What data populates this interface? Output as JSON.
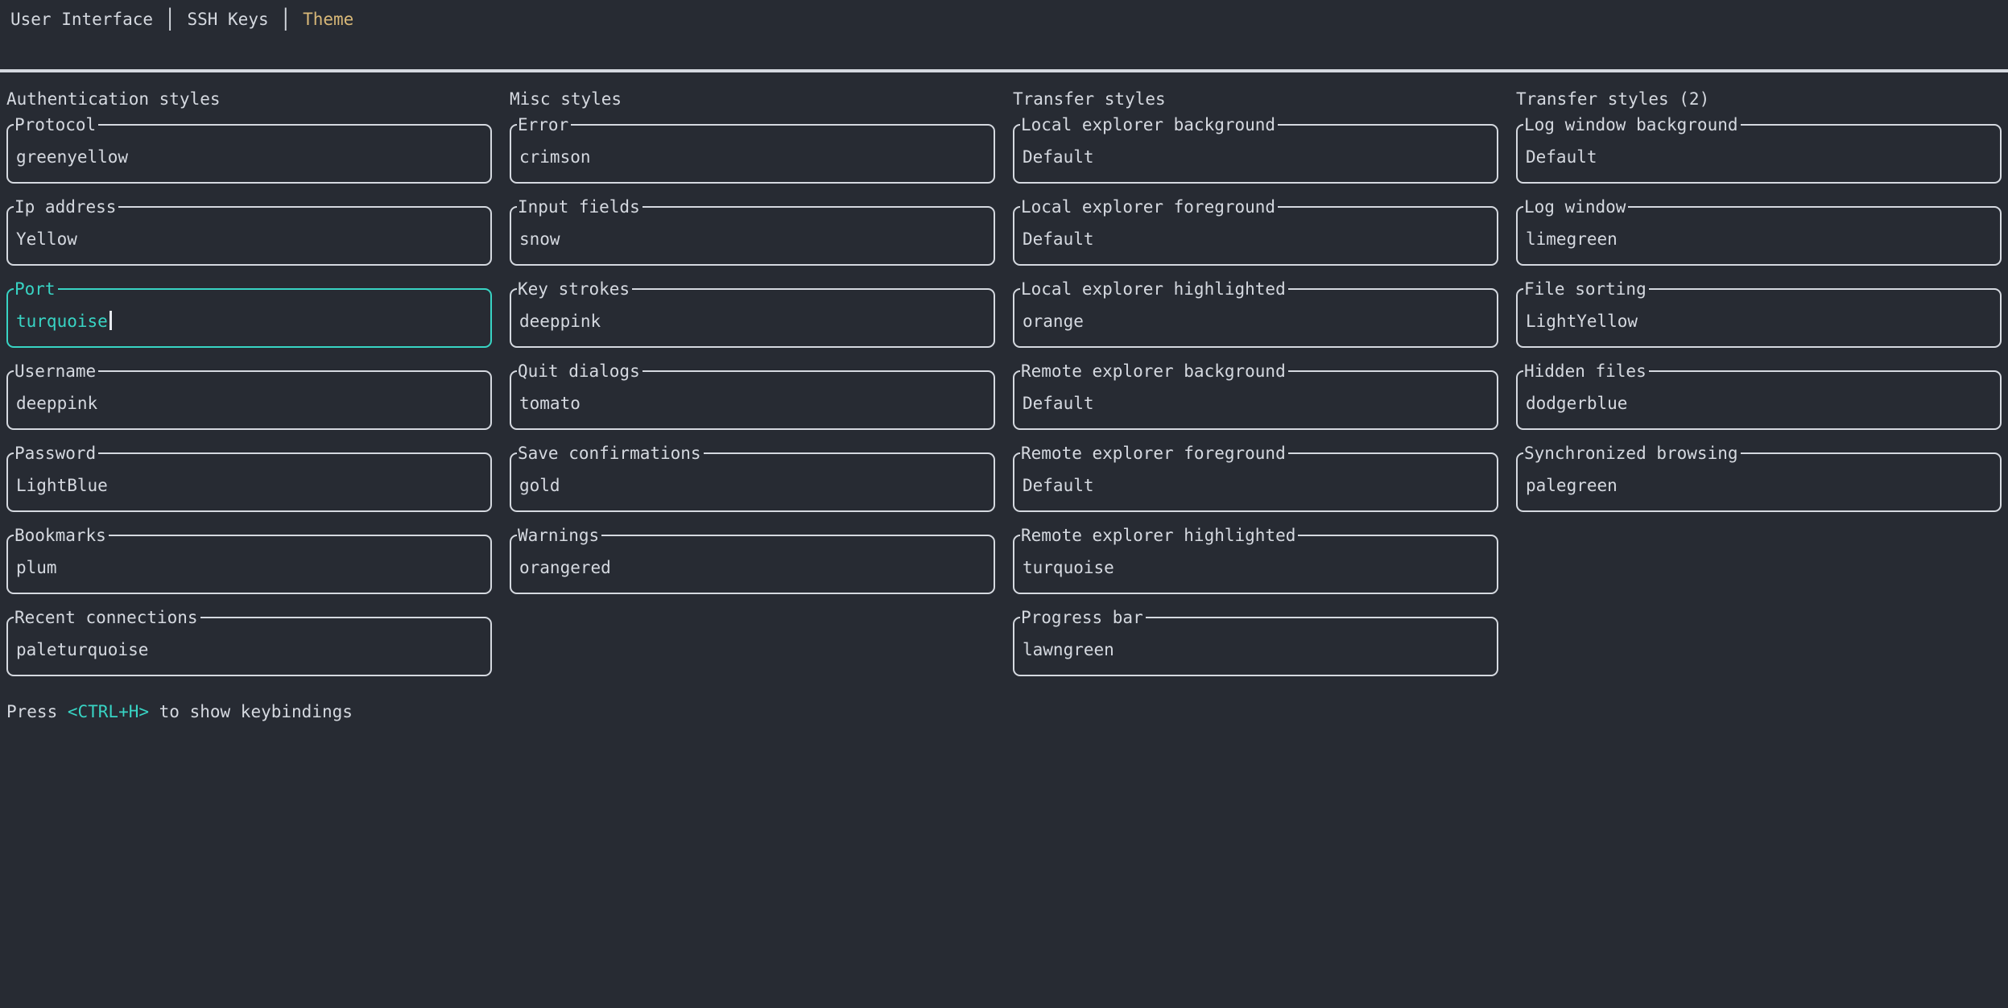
{
  "colors": {
    "background": "#272b33",
    "foreground": "#d5d9e0",
    "accent": "#38d4c4",
    "active_tab": "#d8b878"
  },
  "tabs": {
    "separator": "│",
    "items": [
      {
        "label": "User Interface",
        "active": false
      },
      {
        "label": "SSH Keys",
        "active": false
      },
      {
        "label": "Theme",
        "active": true
      }
    ]
  },
  "columns": [
    {
      "title": "Authentication styles",
      "fields": [
        {
          "label": "Protocol",
          "value": "greenyellow",
          "focused": false
        },
        {
          "label": "Ip address",
          "value": "Yellow",
          "focused": false
        },
        {
          "label": "Port",
          "value": "turquoise",
          "focused": true
        },
        {
          "label": "Username",
          "value": "deeppink",
          "focused": false
        },
        {
          "label": "Password",
          "value": "LightBlue",
          "focused": false
        },
        {
          "label": "Bookmarks",
          "value": "plum",
          "focused": false
        },
        {
          "label": "Recent connections",
          "value": "paleturquoise",
          "focused": false
        }
      ]
    },
    {
      "title": "Misc styles",
      "fields": [
        {
          "label": "Error",
          "value": "crimson",
          "focused": false
        },
        {
          "label": "Input fields",
          "value": "snow",
          "focused": false
        },
        {
          "label": "Key strokes",
          "value": "deeppink",
          "focused": false
        },
        {
          "label": "Quit dialogs",
          "value": "tomato",
          "focused": false
        },
        {
          "label": "Save confirmations",
          "value": "gold",
          "focused": false
        },
        {
          "label": "Warnings",
          "value": "orangered",
          "focused": false
        }
      ]
    },
    {
      "title": "Transfer styles",
      "fields": [
        {
          "label": "Local explorer background",
          "value": "Default",
          "focused": false
        },
        {
          "label": "Local explorer foreground",
          "value": "Default",
          "focused": false
        },
        {
          "label": "Local explorer highlighted",
          "value": "orange",
          "focused": false
        },
        {
          "label": "Remote explorer background",
          "value": "Default",
          "focused": false
        },
        {
          "label": "Remote explorer foreground",
          "value": "Default",
          "focused": false
        },
        {
          "label": "Remote explorer highlighted",
          "value": "turquoise",
          "focused": false
        },
        {
          "label": "Progress bar",
          "value": "lawngreen",
          "focused": false
        }
      ]
    },
    {
      "title": "Transfer styles (2)",
      "fields": [
        {
          "label": "Log window background",
          "value": "Default",
          "focused": false
        },
        {
          "label": "Log window",
          "value": "limegreen",
          "focused": false
        },
        {
          "label": "File sorting",
          "value": "LightYellow",
          "focused": false
        },
        {
          "label": "Hidden files",
          "value": "dodgerblue",
          "focused": false
        },
        {
          "label": "Synchronized browsing",
          "value": "palegreen",
          "focused": false
        }
      ]
    }
  ],
  "footer": {
    "prefix": "Press ",
    "key": "<CTRL+H>",
    "suffix": " to show keybindings"
  }
}
